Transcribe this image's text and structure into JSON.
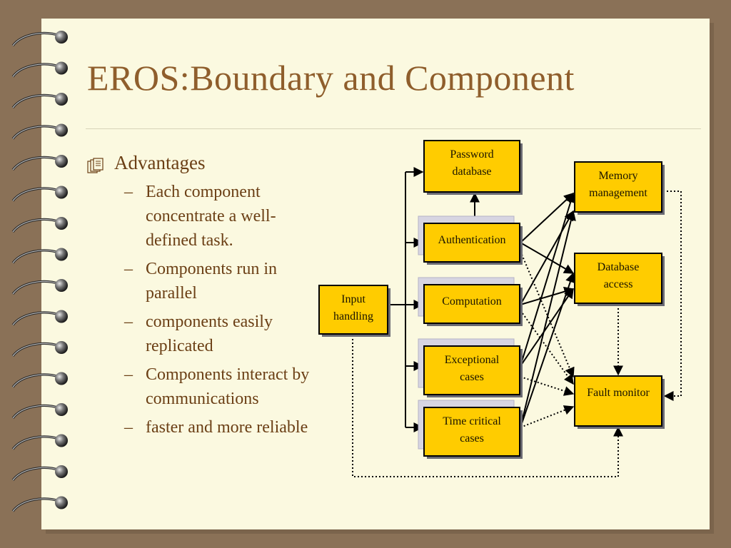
{
  "slide": {
    "title": "EROS:Boundary and Component",
    "bullet": {
      "icon": "stack-of-pages-icon",
      "label": "Advantages",
      "items": [
        "Each component concentrate a well-defined task.",
        "Components run in parallel",
        "components easily replicated",
        "Components interact by communications",
        "faster and more reliable"
      ]
    }
  },
  "diagram": {
    "box_fill": "#ffcc00",
    "nodes": [
      {
        "id": "password-database",
        "lines": [
          "Password",
          "database"
        ]
      },
      {
        "id": "authentication",
        "lines": [
          "Authentication"
        ]
      },
      {
        "id": "computation",
        "lines": [
          "Computation"
        ]
      },
      {
        "id": "exceptional-cases",
        "lines": [
          "Exceptional",
          "cases"
        ]
      },
      {
        "id": "time-critical-cases",
        "lines": [
          "Time critical",
          "cases"
        ]
      },
      {
        "id": "input-handling",
        "lines": [
          "Input",
          "handling"
        ]
      },
      {
        "id": "memory-management",
        "lines": [
          "Memory",
          "management"
        ]
      },
      {
        "id": "database-access",
        "lines": [
          "Database",
          "access"
        ]
      },
      {
        "id": "fault-monitor",
        "lines": [
          "Fault monitor"
        ]
      }
    ]
  }
}
